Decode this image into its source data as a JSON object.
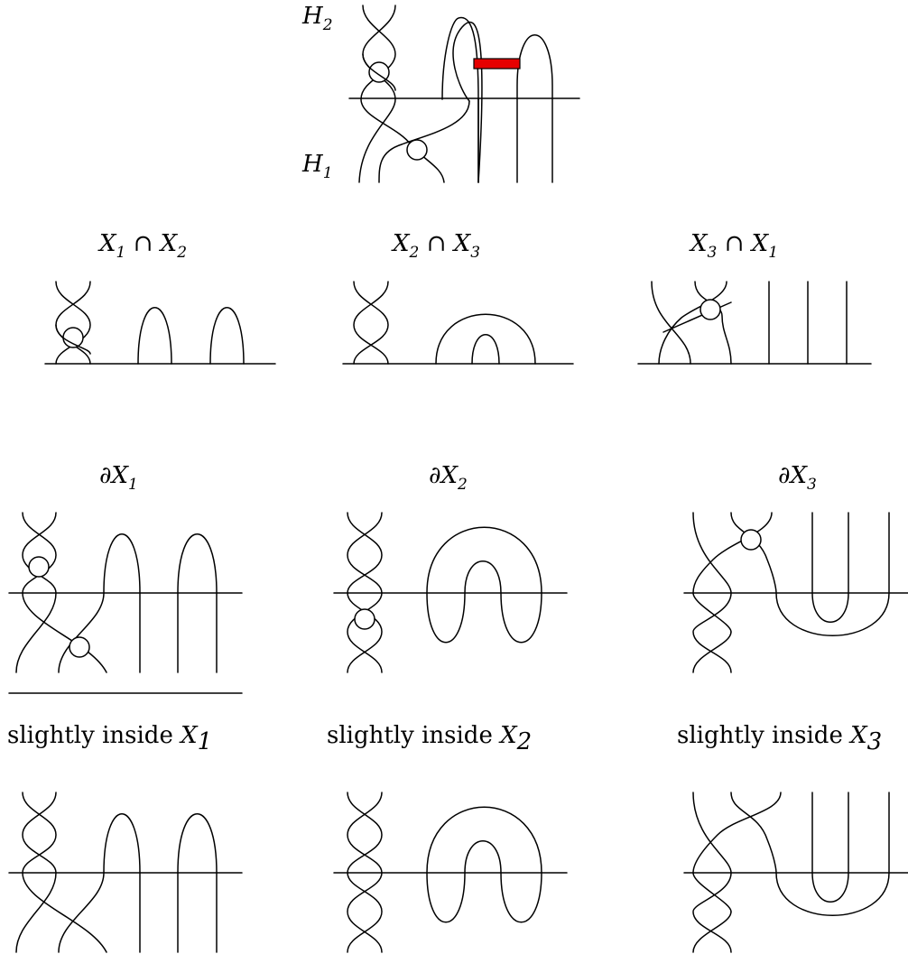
{
  "top": {
    "label_top": "H",
    "label_top_sub": "2",
    "label_bottom": "H",
    "label_bottom_sub": "1",
    "band_color": "#e60000"
  },
  "row1": [
    {
      "a": "X",
      "a_sub": "1",
      "op": " ∩ ",
      "b": "X",
      "b_sub": "2"
    },
    {
      "a": "X",
      "a_sub": "2",
      "op": " ∩ ",
      "b": "X",
      "b_sub": "3"
    },
    {
      "a": "X",
      "a_sub": "3",
      "op": " ∩ ",
      "b": "X",
      "b_sub": "1"
    }
  ],
  "row2": [
    {
      "prefix": "∂",
      "sym": "X",
      "sub": "1"
    },
    {
      "prefix": "∂",
      "sym": "X",
      "sub": "2"
    },
    {
      "prefix": "∂",
      "sym": "X",
      "sub": "3"
    }
  ],
  "row3": [
    {
      "text": "slightly inside ",
      "sym": "X",
      "sub": "1"
    },
    {
      "text": "slightly inside ",
      "sym": "X",
      "sub": "2"
    },
    {
      "text": "slightly inside ",
      "sym": "X",
      "sub": "3"
    }
  ]
}
